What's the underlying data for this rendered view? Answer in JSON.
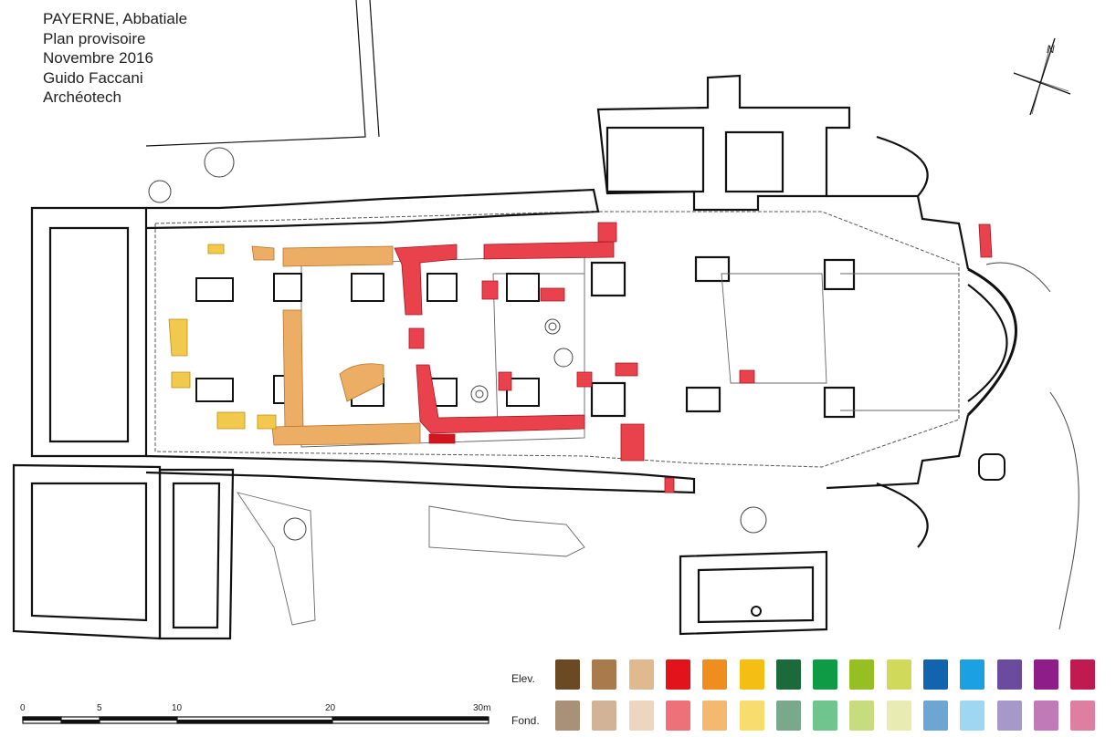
{
  "title_block": {
    "lines": [
      "PAYERNE, Abbatiale",
      "Plan provisoire",
      "Novembre 2016",
      "Guido Faccani",
      "Archéotech"
    ]
  },
  "north": {
    "label": "N"
  },
  "scale_bar": {
    "ticks": [
      "0",
      "5",
      "10",
      "20",
      "30m"
    ]
  },
  "legend": {
    "rows": [
      {
        "label": "Elev.",
        "colors": [
          "#6b4a23",
          "#a97a4c",
          "#e0b98f",
          "#e3131c",
          "#ef8d1e",
          "#f5be12",
          "#1c6a3c",
          "#0f9a46",
          "#95bf22",
          "#d1d95a",
          "#1264ae",
          "#1ba0e2",
          "#6a4b9d",
          "#8f1d88",
          "#c11a51"
        ]
      },
      {
        "label": "Fond.",
        "colors": [
          "#a89079",
          "#d3b397",
          "#ecd6bf",
          "#ee7078",
          "#f5b870",
          "#f9dc6e",
          "#7aa88a",
          "#6fc58d",
          "#c6dc7e",
          "#e8ebb2",
          "#6da6d2",
          "#9fd6f2",
          "#a698c9",
          "#c17ab8",
          "#de7fa2"
        ]
      }
    ]
  },
  "zones": {
    "red": "#e9424c",
    "orange": "#ecae65",
    "yellow": "#f2c94c"
  }
}
